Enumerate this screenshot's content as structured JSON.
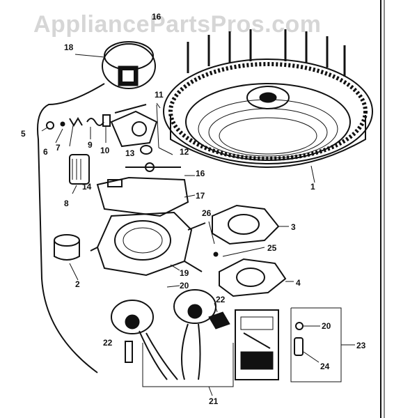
{
  "watermark": "AppliancePartsPros.com",
  "callouts": {
    "c1": "1",
    "c2": "2",
    "c3": "3",
    "c4": "4",
    "c5": "5",
    "c6": "6",
    "c7": "7",
    "c8": "8",
    "c9": "9",
    "c10": "10",
    "c11": "11",
    "c12": "12",
    "c13": "13",
    "c14": "14",
    "c16a": "16",
    "c16b": "16",
    "c17": "17",
    "c18": "18",
    "c19": "19",
    "c20a": "20",
    "c20b": "20",
    "c21": "21",
    "c22a": "22",
    "c22b": "22",
    "c23": "23",
    "c24": "24",
    "c25": "25",
    "c26": "26"
  }
}
